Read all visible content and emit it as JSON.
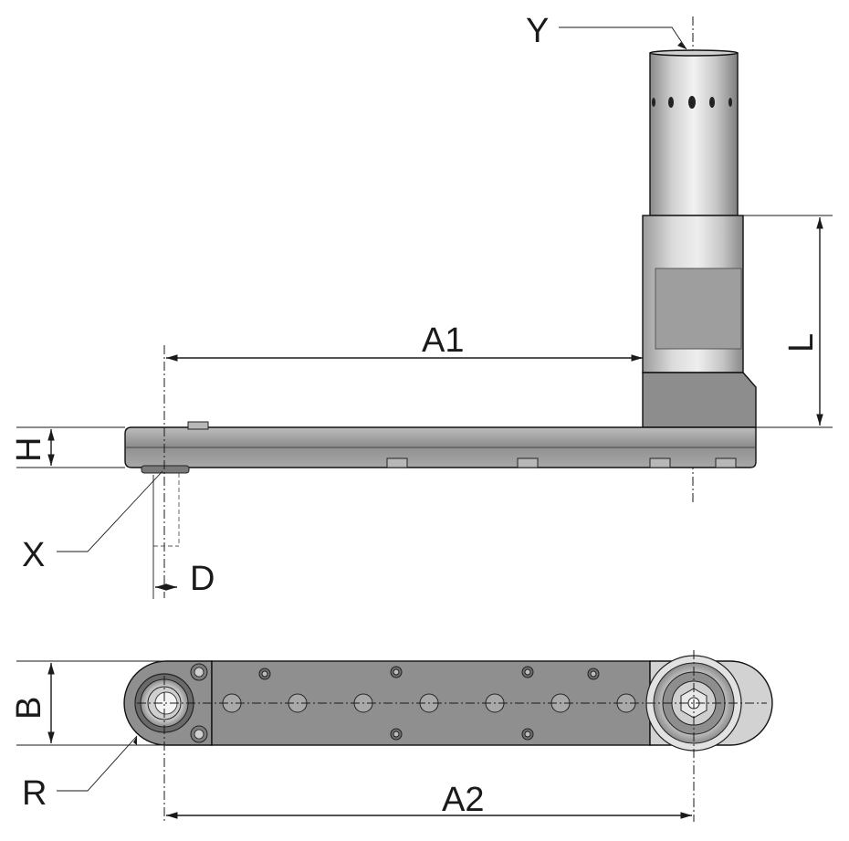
{
  "labels": {
    "y": "Y",
    "a1": "A1",
    "l": "L",
    "h": "H",
    "x": "X",
    "d": "D",
    "b": "B",
    "r": "R",
    "a2": "A2"
  },
  "colors": {
    "body_gray": "#9a9a9a",
    "dark_gray": "#6e6e6e",
    "light_metal": "#d9d9d9",
    "line": "#1a1a1a"
  }
}
